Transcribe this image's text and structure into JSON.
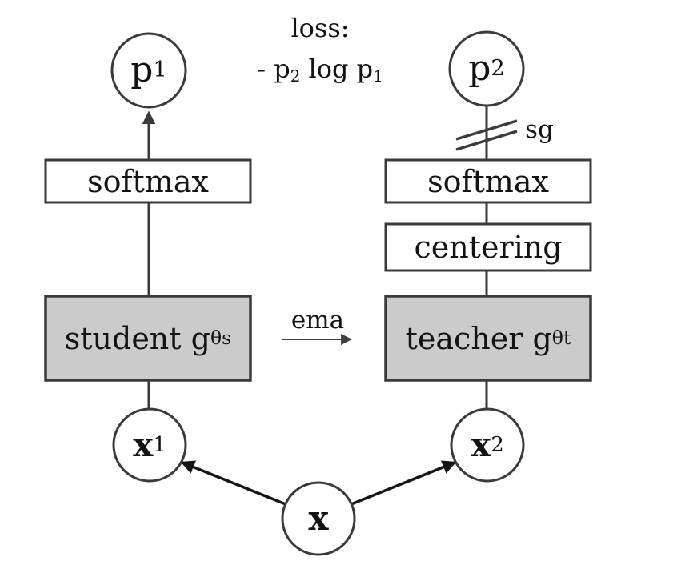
{
  "figure": {
    "loss": {
      "title": "loss:",
      "formula": {
        "part1": "- p",
        "sub1": "2",
        "part2": " log p",
        "sub2": "1"
      }
    },
    "student_branch": {
      "p1": {
        "base": "p",
        "sub": "1"
      },
      "softmax": "softmax",
      "student": {
        "prefix": "student g",
        "sub": "θs"
      },
      "x1": {
        "base": "x",
        "sub": "1"
      }
    },
    "teacher_branch": {
      "p2": {
        "base": "p",
        "sub": "2"
      },
      "sg": "sg",
      "softmax": "softmax",
      "centering": "centering",
      "teacher": {
        "prefix": "teacher g",
        "sub": "θt"
      },
      "x2": {
        "base": "x",
        "sub": "2"
      }
    },
    "input": {
      "x": "x"
    },
    "ema": "ema",
    "colors": {
      "stroke": "#3a3a3a",
      "arrow_black": "#151515",
      "box_fill_gray": "#cbcbcb",
      "box_fill_white": "#ffffff",
      "text": "#131313",
      "background": "#ffffff"
    }
  }
}
